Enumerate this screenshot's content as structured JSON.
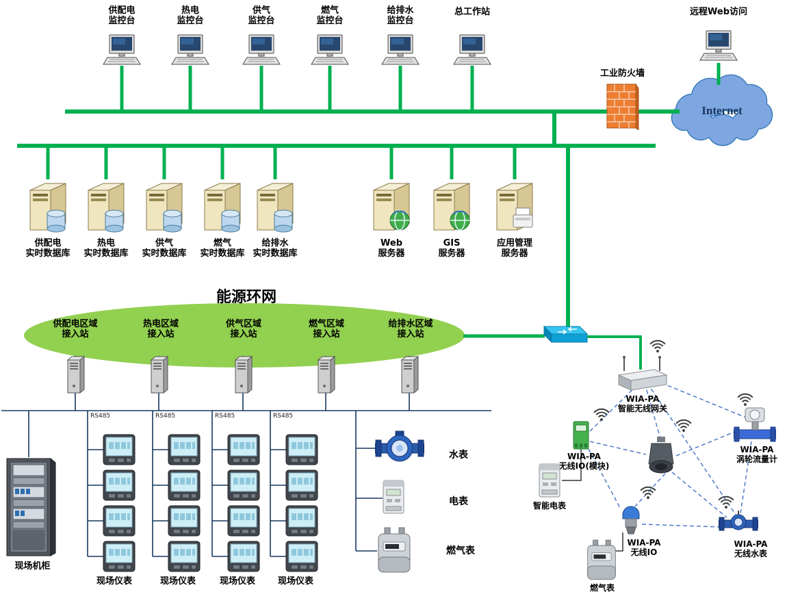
{
  "colors": {
    "bus_green": "#00B050",
    "ring_green": "#92D050",
    "mesh_blue": "#4472C4",
    "firewall_orange": "#ED7D31",
    "cloud_blue": "#7EA6E0"
  },
  "workstations": [
    {
      "label": "供配电\n监控台"
    },
    {
      "label": "热电\n监控台"
    },
    {
      "label": "供气\n监控台"
    },
    {
      "label": "燃气\n监控台"
    },
    {
      "label": "给排水\n监控台"
    },
    {
      "label": "总工作站"
    }
  ],
  "remote_access": {
    "label": "远程Web访问"
  },
  "firewall": {
    "label": "工业防火墙"
  },
  "internet": {
    "label": "Internet"
  },
  "servers": [
    {
      "label": "供配电\n实时数据库"
    },
    {
      "label": "热电\n实时数据库"
    },
    {
      "label": "供气\n实时数据库"
    },
    {
      "label": "燃气\n实时数据库"
    },
    {
      "label": "给排水\n实时数据库"
    },
    {
      "label": "Web\n服务器"
    },
    {
      "label": "GIS\n服务器"
    },
    {
      "label": "应用管理\n服务器"
    }
  ],
  "ring": {
    "title": "能源环网",
    "stations": [
      {
        "label": "供配电区域\n接入站"
      },
      {
        "label": "热电区域\n接入站"
      },
      {
        "label": "供气区域\n接入站"
      },
      {
        "label": "燃气区域\n接入站"
      },
      {
        "label": "给排水区域\n接入站"
      }
    ]
  },
  "field": {
    "cabinet_label": "现场机柜",
    "bus_labels": [
      "RS485",
      "RS485",
      "RS485",
      "RS485"
    ],
    "instrument_labels": [
      "现场仪表",
      "现场仪表",
      "现场仪表",
      "现场仪表"
    ],
    "water_meter_label": "水表",
    "electric_meter_label": "电表",
    "gas_meter_label": "燃气表"
  },
  "wireless": {
    "gateway_label": "WIA-PA\n智能无线网关",
    "io_module_label": "WIA-PA\n无线IO(模块)",
    "smart_meter_label": "智能电表",
    "turbine_label": "WIA-PA\n涡轮流量计",
    "io_label": "WIA-PA\n无线IO",
    "water_label": "WIA-PA\n无线水表",
    "gas_label": "燃气表"
  }
}
